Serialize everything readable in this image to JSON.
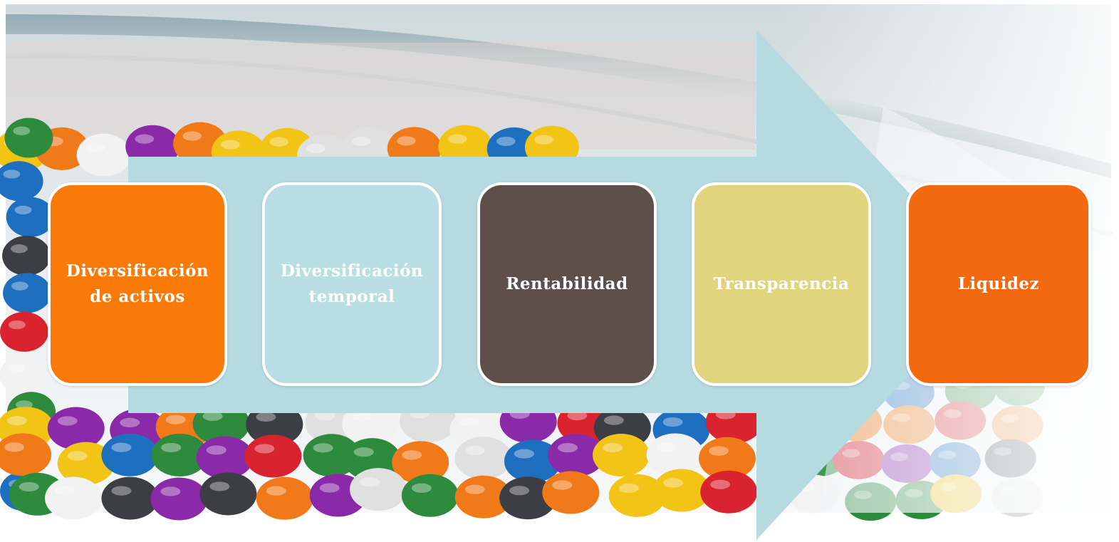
{
  "diagram": {
    "steps": [
      {
        "label": "Diversificación\nde activos",
        "fill": "#f97a08",
        "text_color": "#ffffff"
      },
      {
        "label": "Diversificación\ntemporal",
        "fill": "#b9dee3",
        "text_color": "#ffffff"
      },
      {
        "label": "Rentabilidad",
        "fill": "#5e4f4b",
        "text_color": "#ffffff"
      },
      {
        "label": "Transparencia",
        "fill": "#e0d47c",
        "text_color": "#ffffff"
      },
      {
        "label": "Liquidez",
        "fill": "#f2690f",
        "text_color": "#ffffff"
      }
    ],
    "arrow_color": "#b5dbe1",
    "card_border_color": "#ffffff"
  }
}
